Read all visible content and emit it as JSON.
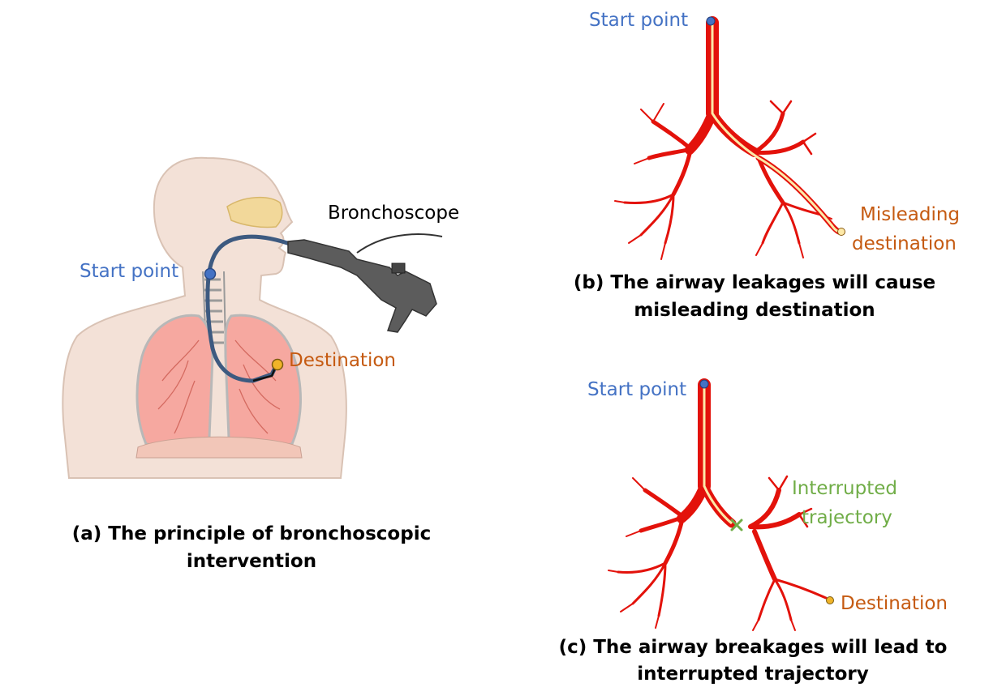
{
  "panel_a": {
    "bronchoscope_label": "Bronchoscope",
    "start_label": "Start point",
    "destination_label": "Destination",
    "caption": "(a) The principle of bronchoscopic intervention"
  },
  "panel_b": {
    "start_label": "Start point",
    "misleading_line1": "Misleading",
    "misleading_line2": "destination",
    "caption_line1": "(b) The airway leakages will cause",
    "caption_line2": "misleading destination"
  },
  "panel_c": {
    "start_label": "Start point",
    "interrupted_line1": "Interrupted",
    "interrupted_line2": "trajectory",
    "destination_label": "Destination",
    "caption_line1": "(c) The airway breakages will lead to",
    "caption_line2": "interrupted trajectory"
  },
  "colors": {
    "start": "#4472c4",
    "destination": "#c55a11",
    "interrupted": "#70ad47",
    "airway": "#e3120b",
    "path": "#fde9a8",
    "skin": "#f3e1d7",
    "lung": "#f6a8a0",
    "scope": "#555555",
    "tube": "#3d5a80"
  }
}
